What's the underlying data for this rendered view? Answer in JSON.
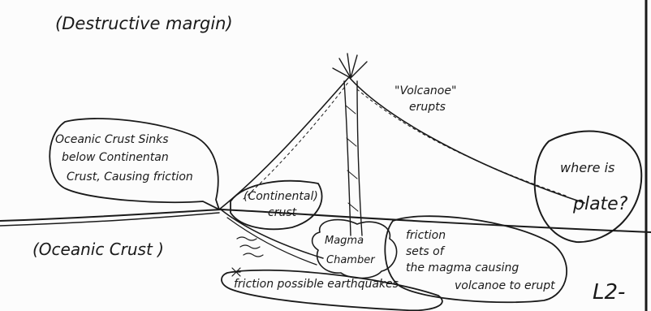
{
  "diagram": {
    "title": "(Destructive margin)",
    "labels": {
      "volcano_erupts": [
        "\"Volcanoe\"",
        "erupts"
      ],
      "oceanic_crust_sinks": [
        "Oceanic Crust Sinks",
        "below Continentan",
        "Crust, Causing friction"
      ],
      "continental_crust": [
        "(Continental)",
        "crust"
      ],
      "oceanic_crust": "(Oceanic Crust )",
      "magma_chamber": [
        "Magma",
        "Chamber"
      ],
      "friction_sets": [
        "friction",
        "sets of",
        "the magma causing",
        "volcanoe to erupt"
      ],
      "friction_earthquakes": "friction possible earthquakes",
      "where_is_plate": [
        "where is",
        "plate?"
      ],
      "page_mark": "L2-"
    }
  }
}
